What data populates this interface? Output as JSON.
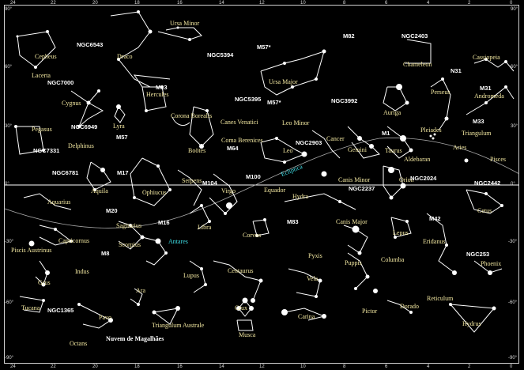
{
  "ra_ticks": [
    "24",
    "22",
    "20",
    "18",
    "16",
    "14",
    "12",
    "10",
    "8",
    "6",
    "4",
    "2",
    "0"
  ],
  "dec_ticks_left": [
    "90°",
    "60°",
    "30°",
    "0°",
    "-30°",
    "-60°",
    "-90°"
  ],
  "dec_ticks_right": [
    "90°",
    "60°",
    "30°",
    "0°",
    "-30°",
    "-60°",
    "-90°"
  ],
  "constellations": [
    "Cepheus",
    "Draco",
    "Ursa Minor",
    "Ursa Major",
    "Chameleon",
    "Cassiopeia",
    "Lacerta",
    "Cygnus",
    "Hercules",
    "Perseus",
    "Andromeda",
    "Auriga",
    "Lyra",
    "Corona Borealis",
    "Canes Venatici",
    "Leo Minor",
    "Pegasus",
    "Delphinus",
    "Boötes",
    "Coma Berenices",
    "Leo",
    "Cancer",
    "Gemini",
    "Taurus",
    "Aldebaran",
    "Pleiades",
    "Triangulum",
    "Aries",
    "Pisces",
    "Aquila",
    "Serpens",
    "Ophiucus",
    "Virgo",
    "Canis Minor",
    "Orion",
    "Equador",
    "Hydra",
    "Aquarius",
    "Cetus",
    "Sagitarius",
    "Libra",
    "Corvus",
    "Canis Major",
    "Lepus",
    "Eridanus",
    "Capricornus",
    "Scorpius",
    "Columba",
    "Piscis Austrinus",
    "Pyxis",
    "Puppis",
    "Phoenix",
    "Indus",
    "Lupus",
    "Centaurus",
    "Vela",
    "Grus",
    "Ara",
    "Pictor",
    "Dorado",
    "Reticulum",
    "Tucana",
    "Pavo",
    "Crux",
    "Carina",
    "Hydrus",
    "Triangulum Australe",
    "Musca",
    "Octans"
  ],
  "objects": [
    "NGC6543",
    "M57*",
    "M82",
    "NGC2403",
    "NGC5394",
    "NGC7000",
    "M13",
    "N31",
    "M31",
    "NGC5395",
    "M57*",
    "NGC3992",
    "NGC6949",
    "M33",
    "M57",
    "M64",
    "NGC2903",
    "M1",
    "NGC7331",
    "NGC6781",
    "M17",
    "M104",
    "M100",
    "NGC2024",
    "NGC2442",
    "NGC2237",
    "M20",
    "M16",
    "M83",
    "M42",
    "M8",
    "NGC253",
    "NGC1365"
  ],
  "ecliptic": "Ecliptica",
  "antares": "Antares",
  "magellan": "Nuvem de Magalhães",
  "colors": {
    "background": "#000000",
    "stars": "#ffffff",
    "lines": "#ffffff",
    "constellation_labels": "#f2e7a0",
    "highlight": "#3fe0e8"
  }
}
